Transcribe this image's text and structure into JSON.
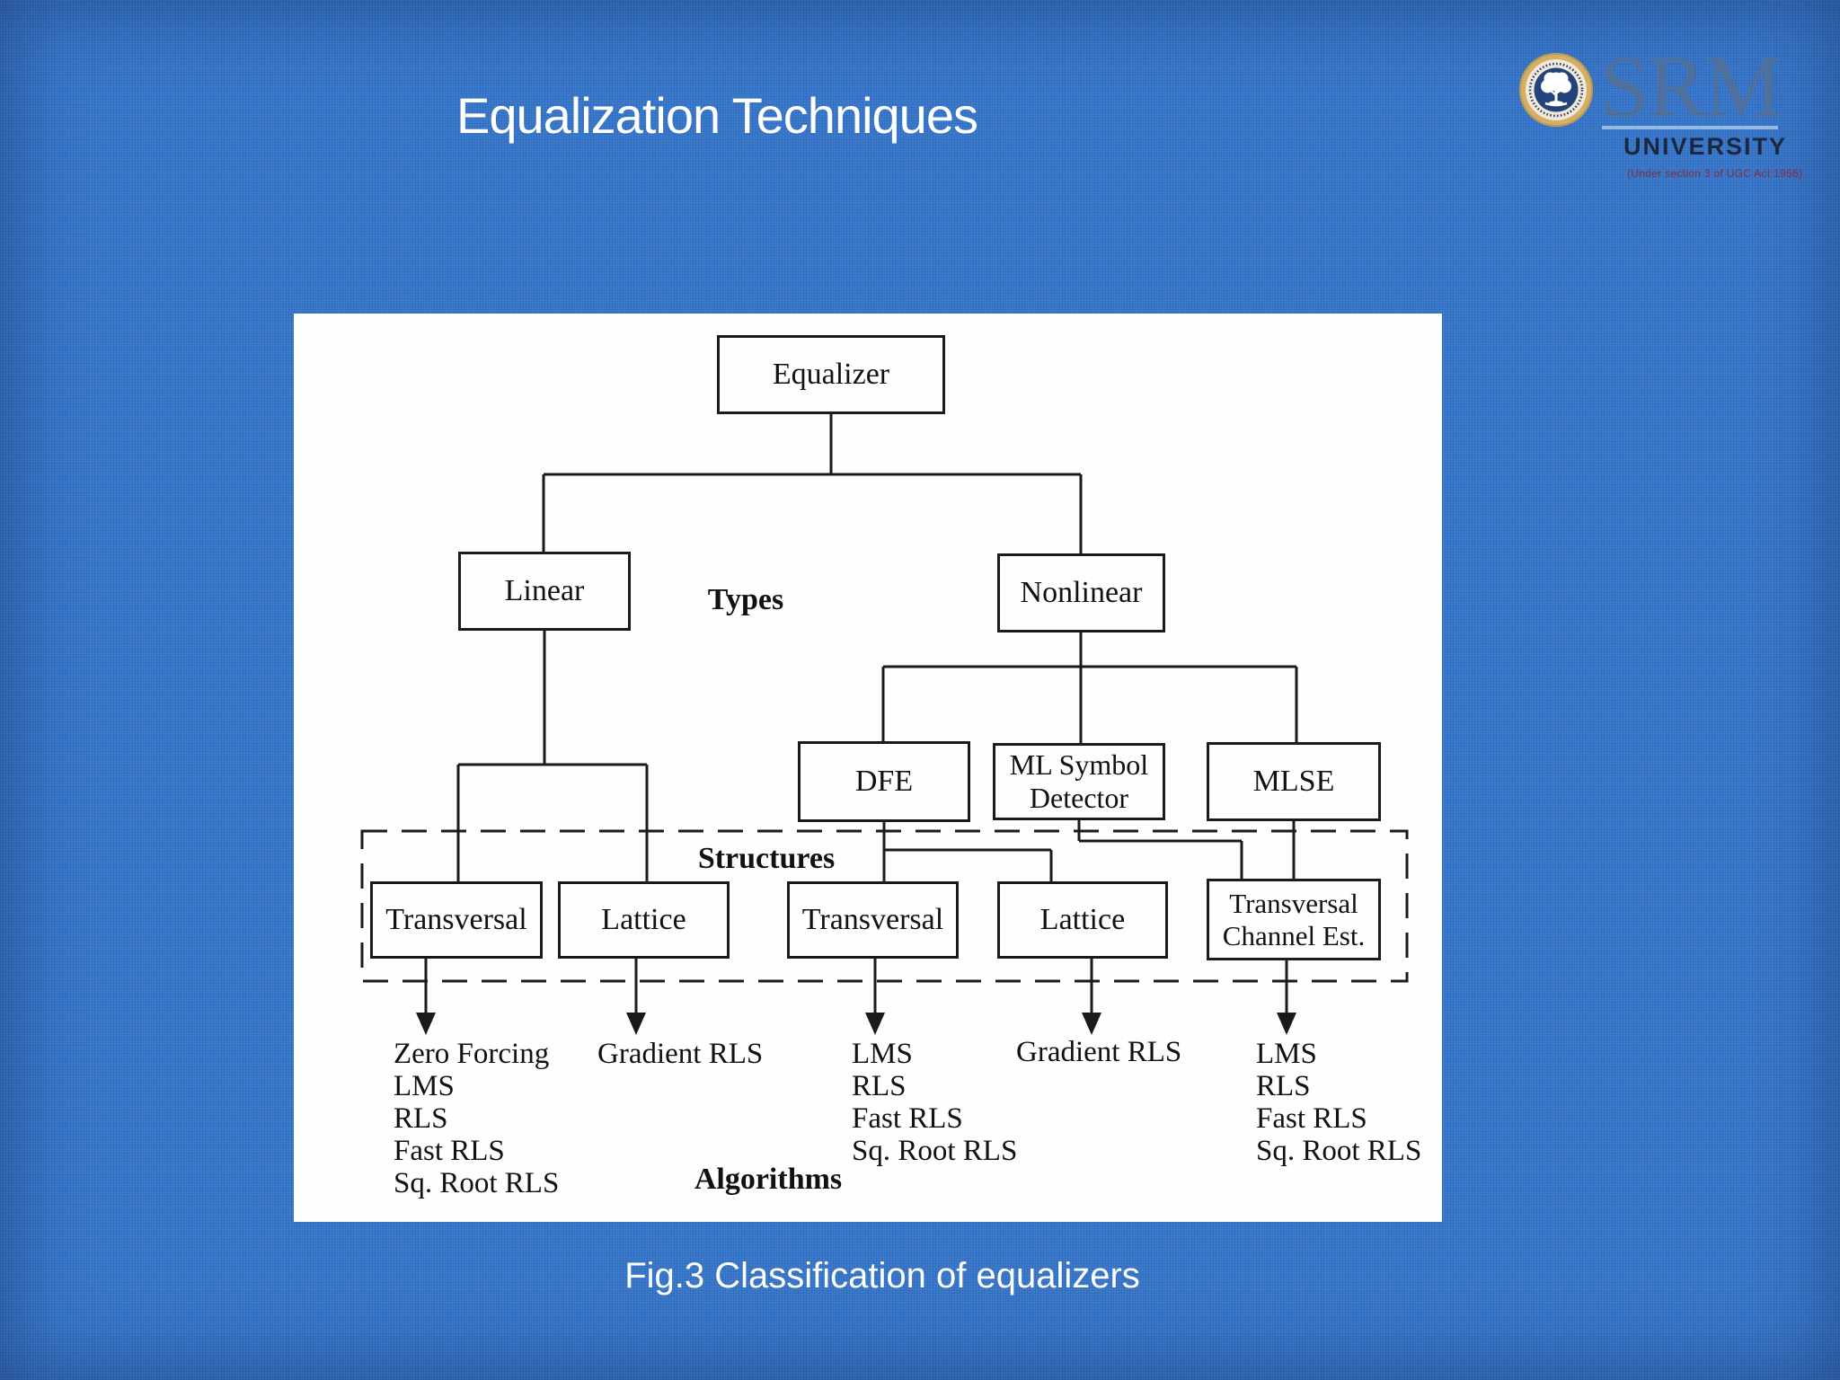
{
  "slide": {
    "title": "Equalization Techniques",
    "caption": "Fig.3 Classification of equalizers"
  },
  "branding": {
    "acronym": "SRM",
    "institution": "UNIVERSITY",
    "tagline": "(Under section 3 of UGC Act 1956)"
  },
  "diagram": {
    "group_labels": {
      "types": "Types",
      "structures": "Structures",
      "algorithms": "Algorithms"
    },
    "nodes": {
      "equalizer": "Equalizer",
      "linear": "Linear",
      "nonlinear": "Nonlinear",
      "dfe": "DFE",
      "ml_symbol_detector": "ML Symbol Detector",
      "mlse": "MLSE",
      "linear_transversal": "Transversal",
      "linear_lattice": "Lattice",
      "dfe_transversal": "Transversal",
      "dfe_lattice": "Lattice",
      "transversal_channel_est": "Transversal Channel Est."
    },
    "algorithms": {
      "linear_transversal": [
        "Zero Forcing",
        "LMS",
        "RLS",
        "Fast RLS",
        "Sq. Root RLS"
      ],
      "linear_lattice": [
        "Gradient RLS"
      ],
      "dfe_transversal": [
        "LMS",
        "RLS",
        "Fast RLS",
        "Sq. Root RLS"
      ],
      "dfe_lattice": [
        "Gradient RLS"
      ],
      "mlse_channel_est": [
        "LMS",
        "RLS",
        "Fast RLS",
        "Sq. Root RLS"
      ]
    }
  },
  "theme": {
    "background_blue": "#3a7dd4",
    "panel_white": "#fefefe",
    "diagram_line": "#1a1a1a",
    "title_color": "#ffffff",
    "srm_blue": "#4f6f9c",
    "university_dark": "#1b2840",
    "tagline_maroon": "#8c2a33",
    "emblem_gold": "#d4af6a",
    "emblem_navy": "#24427c",
    "emblem_cream": "#f1e9d4"
  }
}
